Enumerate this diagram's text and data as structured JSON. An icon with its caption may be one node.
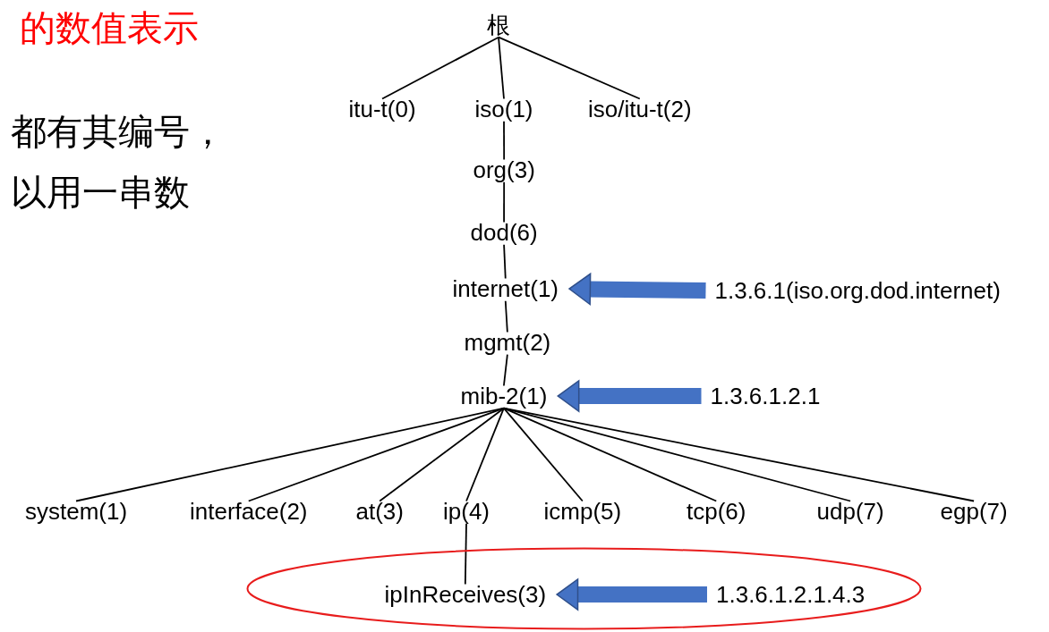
{
  "diagram": {
    "title": "的数值表示",
    "nodes": [
      {
        "text": [
          "根"
        ]
      },
      {
        "text": [
          "itu-t(0)"
        ]
      },
      {
        "text": [
          "iso(1)"
        ]
      },
      {
        "text": [
          "iso/itu-t(2)"
        ]
      },
      {
        "text": [
          "org(3)"
        ]
      },
      {
        "text": [
          "dod(6)"
        ]
      },
      {
        "text": [
          "internet(1)"
        ]
      },
      {
        "text": [
          "mgmt(2)"
        ]
      },
      {
        "text": [
          "mib-2(1)"
        ]
      },
      {
        "text": [
          "system(1)"
        ]
      },
      {
        "text": [
          "interface(2)"
        ]
      },
      {
        "text": [
          "at(3)"
        ]
      },
      {
        "text": [
          "ip(4)"
        ]
      },
      {
        "text": [
          "icmp(5)"
        ]
      },
      {
        "text": [
          "tcp(6)"
        ]
      },
      {
        "text": [
          "udp(7)"
        ]
      },
      {
        "text": [
          "egp(7)"
        ]
      },
      {
        "text": [],
        "shape": "ellipse"
      },
      {
        "text": [
          "ipInReceives(3)"
        ],
        "in": 17
      },
      {
        "text": [
          "1.3.6.1.2.1.4.3"
        ],
        "in": 17
      },
      {
        "text": [
          "1.3.6.1(iso.org.dod.internet)"
        ]
      },
      {
        "text": [
          "1.3.6.1.2.1"
        ]
      }
    ],
    "edges": [
      {
        "from": 0,
        "to": 1,
        "arrow": "none"
      },
      {
        "from": 0,
        "to": 2,
        "arrow": "none"
      },
      {
        "from": 0,
        "to": 3,
        "arrow": "none"
      },
      {
        "from": 2,
        "to": 4,
        "arrow": "none"
      },
      {
        "from": 4,
        "to": 5,
        "arrow": "none"
      },
      {
        "from": 5,
        "to": 6,
        "arrow": "none"
      },
      {
        "from": 6,
        "to": 7,
        "arrow": "none"
      },
      {
        "from": 7,
        "to": 8,
        "arrow": "none"
      },
      {
        "from": 8,
        "to": 9,
        "arrow": "none"
      },
      {
        "from": 8,
        "to": 10,
        "arrow": "none"
      },
      {
        "from": 8,
        "to": 11,
        "arrow": "none"
      },
      {
        "from": 8,
        "to": 12,
        "arrow": "none"
      },
      {
        "from": 8,
        "to": 13,
        "arrow": "none"
      },
      {
        "from": 8,
        "to": 14,
        "arrow": "none"
      },
      {
        "from": 8,
        "to": 15,
        "arrow": "none"
      },
      {
        "from": 8,
        "to": 16,
        "arrow": "none"
      },
      {
        "from": 12,
        "to": 18,
        "arrow": "none"
      },
      {
        "from": 20,
        "to": 6,
        "arrow": "to",
        "style": "thick",
        "color": "#4472c4"
      },
      {
        "from": 21,
        "to": 8,
        "arrow": "to",
        "style": "thick",
        "color": "#4472c4"
      },
      {
        "from": 19,
        "to": 18,
        "arrow": "to",
        "style": "thick",
        "color": "#4472c4"
      }
    ],
    "labels": [
      "都有其编号，",
      "以用一串数"
    ]
  }
}
